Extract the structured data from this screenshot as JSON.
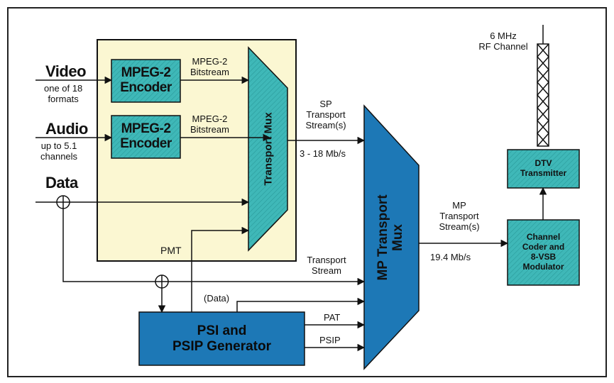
{
  "inputs": {
    "video": {
      "label": "Video",
      "sub": "one of 18\nformats"
    },
    "audio": {
      "label": "Audio",
      "sub": "up to 5.1\nchannels"
    },
    "data": {
      "label": "Data"
    }
  },
  "blocks": {
    "encoder_video": "MPEG-2\nEncoder",
    "encoder_audio": "MPEG-2\nEncoder",
    "transport_mux": "Transport Mux",
    "mp_transport_mux": "MP Transport\nMux",
    "psi_generator": "PSI and\nPSIP Generator",
    "dtv_transmitter": "DTV\nTransmitter",
    "channel_coder": "Channel\nCoder and\n8-VSB\nModulator"
  },
  "signals": {
    "bitstream_video": "MPEG-2\nBitstream",
    "bitstream_audio": "MPEG-2\nBitstream",
    "sp_stream": "SP\nTransport\nStream(s)",
    "sp_rate": "3 - 18 Mb/s",
    "mp_stream": "MP\nTransport\nStream(s)",
    "mp_rate": "19.4 Mb/s",
    "transport_stream": "Transport\nStream",
    "pmt": "PMT",
    "data_tag": "(Data)",
    "pat": "PAT",
    "psip": "PSIP",
    "rf_channel": "6 MHz\nRF Channel"
  },
  "colors": {
    "teal": "#3fb8b8",
    "blue": "#1d78b6",
    "cream": "#fbf7d2",
    "line": "#111111"
  }
}
